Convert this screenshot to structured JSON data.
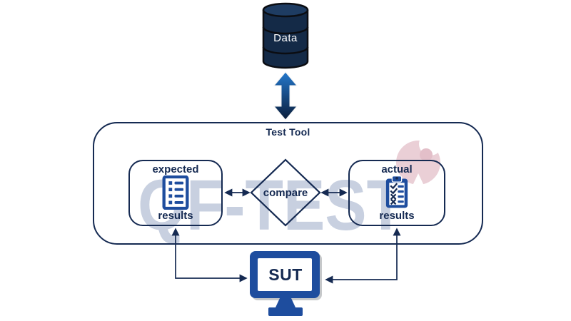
{
  "watermark": {
    "text": "QF-TEST",
    "logo_icon": "qf-test-pink-circle-logo"
  },
  "database": {
    "label": "Data",
    "icon": "database-cylinder-icon"
  },
  "data_flow": {
    "icon": "vertical-double-arrow-icon"
  },
  "test_tool": {
    "title": "Test Tool",
    "expected_box": {
      "top_label": "expected",
      "bottom_label": "results",
      "icon": "list-document-icon"
    },
    "actual_box": {
      "top_label": "actual",
      "bottom_label": "results",
      "icon": "checklist-clipboard-icon"
    },
    "compare": {
      "label": "compare",
      "shape": "diamond"
    }
  },
  "sut": {
    "label": "SUT",
    "icon": "monitor-icon"
  },
  "connectors": {
    "database_to_tool": "bidirectional-vertical-arrow",
    "expected_to_compare": "bidirectional-horizontal-arrow",
    "compare_to_actual": "bidirectional-horizontal-arrow",
    "expected_to_sut": "bidirectional-elbow-arrow",
    "actual_to_sut": "bidirectional-elbow-arrow"
  },
  "colors": {
    "navy": "#152a52",
    "icon_blue": "#1e4d9e",
    "cylinder_fill": "#142a47",
    "cylinder_top_fill": "#1e3c62",
    "arrow_gradient_top": "#2478cc",
    "arrow_gradient_bottom": "#0a1d3a",
    "watermark_gray_blue": "#c8d0e0",
    "logo_pink": "#eacfd6",
    "logo_pink_dark": "#e3bfc9",
    "monitor_shadow": "#c6c8ca",
    "background": "#ffffff"
  }
}
